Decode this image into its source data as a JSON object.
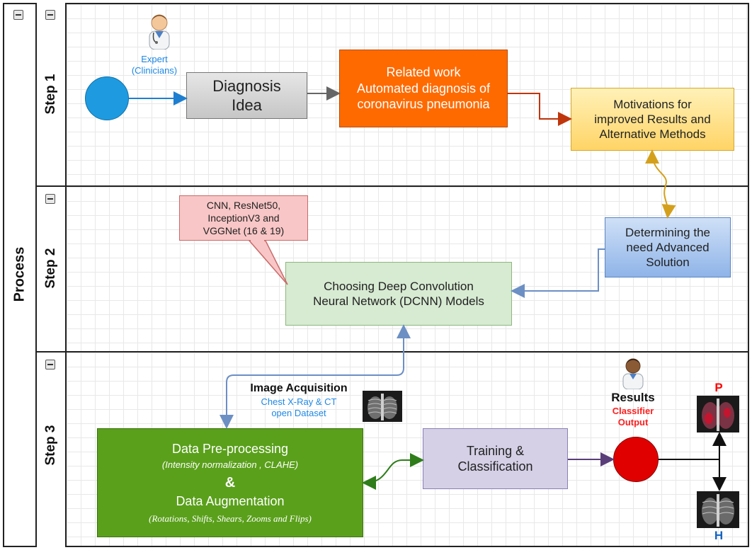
{
  "pool": {
    "title": "Process"
  },
  "lanes": [
    {
      "label": "Step 1"
    },
    {
      "label": "Step 2"
    },
    {
      "label": "Step 3"
    }
  ],
  "step1": {
    "expert_line1": "Expert",
    "expert_line2": "(Clinicians)",
    "diagnosis_line1": "Diagnosis",
    "diagnosis_line2": "Idea",
    "related_line1": "Related work",
    "related_line2": "Automated diagnosis of",
    "related_line3": "coronavirus pneumonia",
    "motivation_line1": "Motivations for",
    "motivation_line2": "improved Results and",
    "motivation_line3": "Alternative Methods"
  },
  "step2": {
    "callout_line1": "CNN, ResNet50,",
    "callout_line2": "InceptionV3 and",
    "callout_line3": "VGGNet (16 & 19)",
    "need_line1": "Determining the",
    "need_line2": "need Advanced",
    "need_line3": "Solution",
    "dcnn_line1": "Choosing Deep Convolution",
    "dcnn_line2": "Neural Network (DCNN) Models"
  },
  "step3": {
    "acq_title": "Image Acquisition",
    "acq_line1": "Chest X-Ray & CT",
    "acq_line2": "open Dataset",
    "pre_title": "Data Pre-processing",
    "pre_sub": "(Intensity normalization , CLAHE)",
    "amp": "&",
    "aug_title": "Data Augmentation",
    "aug_sub": "(Rotations, Shifts, Shears, Zooms and Flips)",
    "train_line1": "Training &",
    "train_line2": "Classification",
    "results_title": "Results",
    "results_line1": "Classifier",
    "results_line2": "Output",
    "label_p": "P",
    "label_h": "H"
  },
  "colors": {
    "start_circle": "#1e9be0",
    "end_circle": "#e00000",
    "diagnosis_fill": "#d8d8d8",
    "related_fill": "#ff6a00",
    "motivation_fill": "#ffe082",
    "callout_fill": "#f8c6c6",
    "need_fill": "#a9c7ef",
    "dcnn_fill": "#d7ead2",
    "pre_fill": "#5aa01b",
    "train_fill": "#d5d0e6",
    "expert_text": "#1e88e5",
    "results_red": "#ff1f1f",
    "label_p": "#ff0000",
    "label_h": "#1565c0"
  },
  "icons": [
    "doctor-icon",
    "xray-icon",
    "collapse-icon"
  ]
}
